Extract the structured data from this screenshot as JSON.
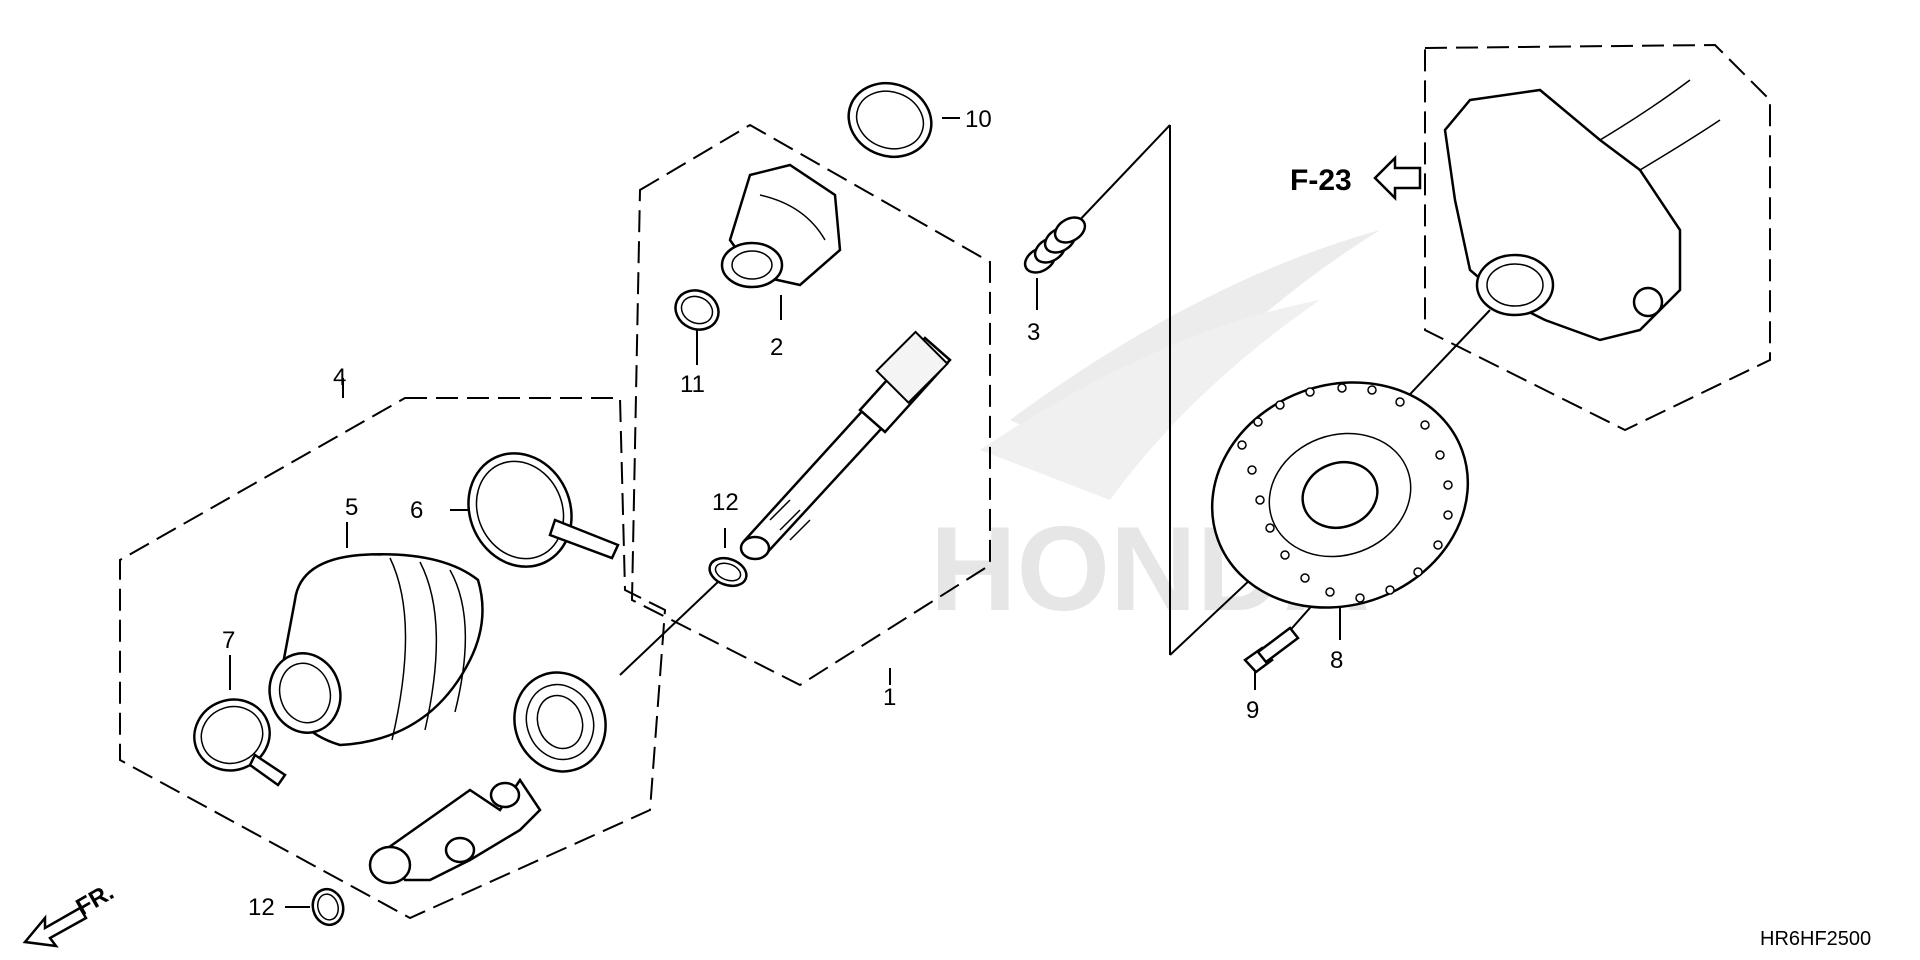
{
  "watermark": "HONDA",
  "reference": "F-23",
  "direction": "FR.",
  "diagram_code": "HR6HF2500",
  "callouts": {
    "c1": "1",
    "c2": "2",
    "c3": "3",
    "c4": "4",
    "c5": "5",
    "c6": "6",
    "c7": "7",
    "c8": "8",
    "c9": "9",
    "c10": "10",
    "c11": "11",
    "c12a": "12",
    "c12b": "12"
  }
}
